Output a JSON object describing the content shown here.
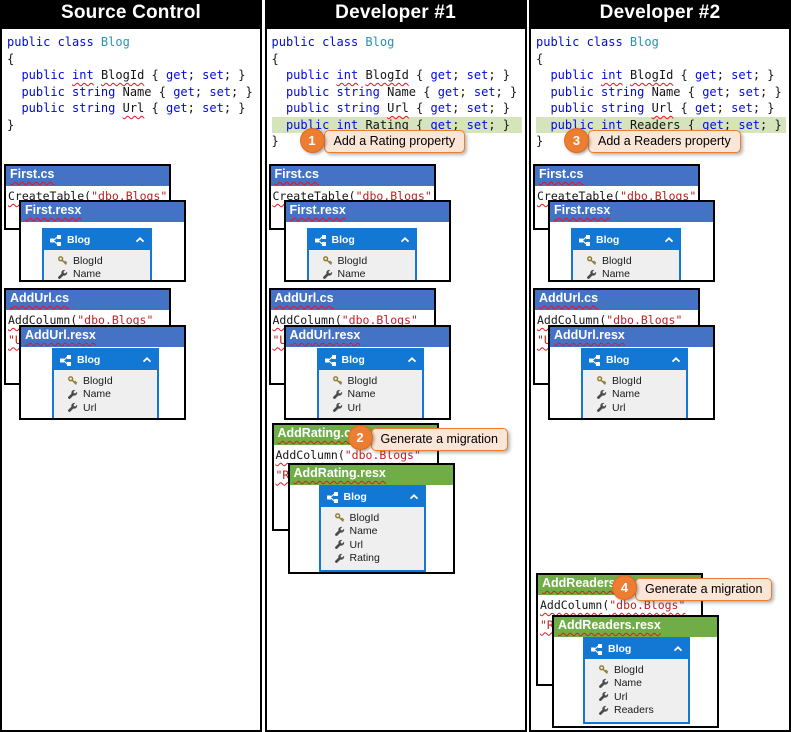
{
  "colors": {
    "keyword_blue": "#0008E8",
    "type_teal": "#2B91AF",
    "string_red": "#C0201E",
    "squiggle_red": "#E81123",
    "file_header_blue": "#4472C4",
    "file_header_green": "#70AD47",
    "entity_header_blue": "#1377D4",
    "code_highlight_green": "#D6E4BC",
    "callout_orange": "#ED7D31",
    "callout_fill": "#FBE5D6",
    "column_header_black": "#000000"
  },
  "columns": [
    {
      "title": "Source Control",
      "code": [
        {
          "t": [
            [
              "public class ",
              "k"
            ],
            [
              "Blog",
              "ty"
            ]
          ]
        },
        {
          "t": [
            [
              "{",
              "pl"
            ]
          ]
        },
        {
          "t": [
            [
              "  ",
              "pl"
            ],
            [
              "public ",
              "k"
            ],
            [
              "int",
              "k sq"
            ],
            [
              " ",
              "pl"
            ],
            [
              "BlogId",
              "pl sq"
            ],
            [
              " { ",
              "pl"
            ],
            [
              "get",
              "k"
            ],
            [
              "; ",
              "pl"
            ],
            [
              "set",
              "k"
            ],
            [
              "; }",
              "pl"
            ]
          ]
        },
        {
          "t": [
            [
              "  ",
              "pl"
            ],
            [
              "public string ",
              "k"
            ],
            [
              "Name",
              "pl"
            ],
            [
              " { ",
              "pl"
            ],
            [
              "get",
              "k"
            ],
            [
              "; ",
              "pl"
            ],
            [
              "set",
              "k"
            ],
            [
              "; }",
              "pl"
            ]
          ]
        },
        {
          "t": [
            [
              "  ",
              "pl"
            ],
            [
              "public string ",
              "k"
            ],
            [
              "Url",
              "pl sq"
            ],
            [
              " { ",
              "pl"
            ],
            [
              "get",
              "k"
            ],
            [
              "; ",
              "pl"
            ],
            [
              "set",
              "k"
            ],
            [
              "; }",
              "pl"
            ]
          ]
        },
        {
          "t": [
            [
              "}",
              "pl"
            ]
          ]
        }
      ],
      "cards": [
        {
          "title": "First.cs",
          "lines": [
            {
              "t": [
                [
                  "CreateTable",
                  "pl sq"
                ],
                [
                  "(",
                  "pl"
                ],
                [
                  "\"dbo.Blogs\"",
                  "st sq"
                ]
              ]
            }
          ]
        },
        {
          "title": "First.resx",
          "entity": {
            "name": "Blog",
            "props": [
              {
                "icon": "key",
                "label": "BlogId"
              },
              {
                "icon": "wrench",
                "label": "Name"
              }
            ]
          }
        },
        {
          "title": "AddUrl.cs",
          "lines": [
            {
              "t": [
                [
                  "AddColumn",
                  "pl sq"
                ],
                [
                  "(",
                  "pl"
                ],
                [
                  "\"dbo.Blogs\"",
                  "st sq"
                ]
              ]
            },
            {
              "t": [
                [
                  "\"U",
                  "st sq"
                ]
              ]
            }
          ]
        },
        {
          "title": "AddUrl.resx",
          "entity": {
            "name": "Blog",
            "props": [
              {
                "icon": "key",
                "label": "BlogId"
              },
              {
                "icon": "wrench",
                "label": "Name"
              },
              {
                "icon": "wrench",
                "label": "Url"
              }
            ]
          }
        }
      ],
      "callouts": []
    },
    {
      "title": "Developer #1",
      "code": [
        {
          "t": [
            [
              "public class ",
              "k"
            ],
            [
              "Blog",
              "ty"
            ]
          ]
        },
        {
          "t": [
            [
              "{",
              "pl"
            ]
          ]
        },
        {
          "t": [
            [
              "  ",
              "pl"
            ],
            [
              "public ",
              "k"
            ],
            [
              "int",
              "k sq"
            ],
            [
              " ",
              "pl"
            ],
            [
              "BlogId",
              "pl sq"
            ],
            [
              " { ",
              "pl"
            ],
            [
              "get",
              "k"
            ],
            [
              "; ",
              "pl"
            ],
            [
              "set",
              "k"
            ],
            [
              "; }",
              "pl"
            ]
          ]
        },
        {
          "t": [
            [
              "  ",
              "pl"
            ],
            [
              "public string ",
              "k"
            ],
            [
              "Name",
              "pl"
            ],
            [
              " { ",
              "pl"
            ],
            [
              "get",
              "k"
            ],
            [
              "; ",
              "pl"
            ],
            [
              "set",
              "k"
            ],
            [
              "; }",
              "pl"
            ]
          ]
        },
        {
          "t": [
            [
              "  ",
              "pl"
            ],
            [
              "public string ",
              "k"
            ],
            [
              "Url",
              "pl sq"
            ],
            [
              " { ",
              "pl"
            ],
            [
              "get",
              "k"
            ],
            [
              "; ",
              "pl"
            ],
            [
              "set",
              "k"
            ],
            [
              "; }",
              "pl"
            ]
          ]
        },
        {
          "hl": true,
          "t": [
            [
              "  ",
              "pl"
            ],
            [
              "public ",
              "k"
            ],
            [
              "int",
              "k sq"
            ],
            [
              " ",
              "pl"
            ],
            [
              "Rating",
              "pl sq"
            ],
            [
              " { ",
              "pl"
            ],
            [
              "get",
              "k"
            ],
            [
              "; ",
              "pl"
            ],
            [
              "set",
              "k"
            ],
            [
              "; }",
              "pl"
            ]
          ]
        },
        {
          "t": [
            [
              "}",
              "pl"
            ]
          ]
        }
      ],
      "cards": [
        {
          "title": "First.cs",
          "lines": [
            {
              "t": [
                [
                  "CreateTable",
                  "pl sq"
                ],
                [
                  "(",
                  "pl"
                ],
                [
                  "\"dbo.Blogs\"",
                  "st sq"
                ]
              ]
            }
          ]
        },
        {
          "title": "First.resx",
          "entity": {
            "name": "Blog",
            "props": [
              {
                "icon": "key",
                "label": "BlogId"
              },
              {
                "icon": "wrench",
                "label": "Name"
              }
            ]
          }
        },
        {
          "title": "AddUrl.cs",
          "lines": [
            {
              "t": [
                [
                  "AddColumn",
                  "pl sq"
                ],
                [
                  "(",
                  "pl"
                ],
                [
                  "\"dbo.Blogs\"",
                  "st sq"
                ]
              ]
            },
            {
              "t": [
                [
                  "\"U",
                  "st sq"
                ]
              ]
            }
          ]
        },
        {
          "title": "AddUrl.resx",
          "entity": {
            "name": "Blog",
            "props": [
              {
                "icon": "key",
                "label": "BlogId"
              },
              {
                "icon": "wrench",
                "label": "Name"
              },
              {
                "icon": "wrench",
                "label": "Url"
              }
            ]
          }
        },
        {
          "title": "AddRating.cs",
          "lines": [
            {
              "t": [
                [
                  "AddColumn",
                  "pl sq"
                ],
                [
                  "(",
                  "pl"
                ],
                [
                  "\"dbo.Blogs\"",
                  "st sq"
                ]
              ]
            },
            {
              "t": [
                [
                  "\"R",
                  "st sq"
                ]
              ]
            }
          ]
        },
        {
          "title": "AddRating.resx",
          "entity": {
            "name": "Blog",
            "props": [
              {
                "icon": "key",
                "label": "BlogId"
              },
              {
                "icon": "wrench",
                "label": "Name"
              },
              {
                "icon": "wrench",
                "label": "Url"
              },
              {
                "icon": "wrench",
                "label": "Rating"
              }
            ]
          }
        }
      ],
      "callouts": [
        {
          "number": "1",
          "label": "Add a Rating property"
        },
        {
          "number": "2",
          "label": "Generate a migration"
        }
      ]
    },
    {
      "title": "Developer #2",
      "code": [
        {
          "t": [
            [
              "public class ",
              "k"
            ],
            [
              "Blog",
              "ty"
            ]
          ]
        },
        {
          "t": [
            [
              "{",
              "pl"
            ]
          ]
        },
        {
          "t": [
            [
              "  ",
              "pl"
            ],
            [
              "public ",
              "k"
            ],
            [
              "int",
              "k sq"
            ],
            [
              " ",
              "pl"
            ],
            [
              "BlogId",
              "pl sq"
            ],
            [
              " { ",
              "pl"
            ],
            [
              "get",
              "k"
            ],
            [
              "; ",
              "pl"
            ],
            [
              "set",
              "k"
            ],
            [
              "; }",
              "pl"
            ]
          ]
        },
        {
          "t": [
            [
              "  ",
              "pl"
            ],
            [
              "public string ",
              "k"
            ],
            [
              "Name",
              "pl"
            ],
            [
              " { ",
              "pl"
            ],
            [
              "get",
              "k"
            ],
            [
              "; ",
              "pl"
            ],
            [
              "set",
              "k"
            ],
            [
              "; }",
              "pl"
            ]
          ]
        },
        {
          "t": [
            [
              "  ",
              "pl"
            ],
            [
              "public string ",
              "k"
            ],
            [
              "Url",
              "pl sq"
            ],
            [
              " { ",
              "pl"
            ],
            [
              "get",
              "k"
            ],
            [
              "; ",
              "pl"
            ],
            [
              "set",
              "k"
            ],
            [
              "; }",
              "pl"
            ]
          ]
        },
        {
          "hl": true,
          "t": [
            [
              "  ",
              "pl"
            ],
            [
              "public ",
              "k"
            ],
            [
              "int",
              "k sq"
            ],
            [
              " ",
              "pl"
            ],
            [
              "Readers",
              "pl sq"
            ],
            [
              " { ",
              "pl"
            ],
            [
              "get",
              "k"
            ],
            [
              "; ",
              "pl"
            ],
            [
              "set",
              "k"
            ],
            [
              "; }",
              "pl"
            ]
          ]
        },
        {
          "t": [
            [
              "}",
              "pl"
            ]
          ]
        }
      ],
      "cards": [
        {
          "title": "First.cs",
          "lines": [
            {
              "t": [
                [
                  "CreateTable",
                  "pl sq"
                ],
                [
                  "(",
                  "pl"
                ],
                [
                  "\"dbo.Blogs\"",
                  "st sq"
                ]
              ]
            }
          ]
        },
        {
          "title": "First.resx",
          "entity": {
            "name": "Blog",
            "props": [
              {
                "icon": "key",
                "label": "BlogId"
              },
              {
                "icon": "wrench",
                "label": "Name"
              }
            ]
          }
        },
        {
          "title": "AddUrl.cs",
          "lines": [
            {
              "t": [
                [
                  "AddColumn",
                  "pl sq"
                ],
                [
                  "(",
                  "pl"
                ],
                [
                  "\"dbo.Blogs\"",
                  "st sq"
                ]
              ]
            },
            {
              "t": [
                [
                  "\"U",
                  "st sq"
                ]
              ]
            }
          ]
        },
        {
          "title": "AddUrl.resx",
          "entity": {
            "name": "Blog",
            "props": [
              {
                "icon": "key",
                "label": "BlogId"
              },
              {
                "icon": "wrench",
                "label": "Name"
              },
              {
                "icon": "wrench",
                "label": "Url"
              }
            ]
          }
        },
        {
          "title": "AddReaders.cs",
          "lines": [
            {
              "t": [
                [
                  "AddColumn",
                  "pl sq"
                ],
                [
                  "(",
                  "pl"
                ],
                [
                  "\"dbo.Blogs\"",
                  "st sq"
                ]
              ]
            },
            {
              "t": [
                [
                  "\"R",
                  "st sq"
                ]
              ]
            }
          ]
        },
        {
          "title": "AddReaders.resx",
          "entity": {
            "name": "Blog",
            "props": [
              {
                "icon": "key",
                "label": "BlogId"
              },
              {
                "icon": "wrench",
                "label": "Name"
              },
              {
                "icon": "wrench",
                "label": "Url"
              },
              {
                "icon": "wrench",
                "label": "Readers"
              }
            ]
          }
        }
      ],
      "callouts": [
        {
          "number": "3",
          "label": "Add a Readers property"
        },
        {
          "number": "4",
          "label": "Generate a migration"
        }
      ]
    }
  ]
}
